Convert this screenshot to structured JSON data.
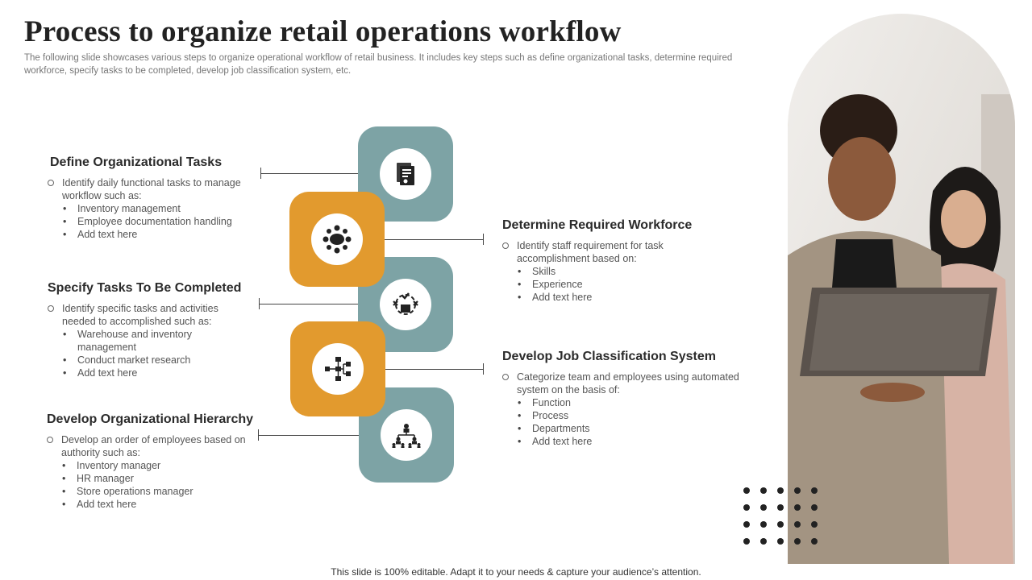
{
  "slide": {
    "title": "Process to organize retail operations workflow",
    "subtitle": "The following slide showcases various steps to organize operational workflow of retail business. It includes key steps such as define organizational tasks, determine required workforce, specify tasks to be completed, develop job classification system, etc.",
    "footer": "This slide is 100% editable. Adapt it to your needs & capture your audience’s attention."
  },
  "steps": [
    {
      "heading": "Define Organizational Tasks",
      "intro": "Identify daily functional tasks to manage workflow  such as:",
      "bullets": [
        "Inventory  management",
        "Employee documentation handling",
        "Add text here"
      ]
    },
    {
      "heading": "Determine Required Workforce",
      "intro": "Identify staff requirement for task accomplishment based on:",
      "bullets": [
        "Skills",
        "Experience",
        "Add text here"
      ]
    },
    {
      "heading": "Specify Tasks To Be Completed",
      "intro": "Identify specific tasks and activities needed to accomplished such as:",
      "bullets": [
        "Warehouse and inventory management",
        "Conduct market research",
        "Add text here"
      ]
    },
    {
      "heading": "Develop Job Classification System",
      "intro": "Categorize team and employees using automated system on the basis of:",
      "bullets": [
        "Function",
        "Process",
        "Departments",
        "Add text here"
      ]
    },
    {
      "heading": "Develop Organizational Hierarchy",
      "intro": "Develop  an order of employees based on authority such as:",
      "bullets": [
        "Inventory  manager",
        "HR manager",
        "Store operations  manager",
        "Add text here"
      ]
    }
  ],
  "icons": [
    "documents-icon",
    "team-meeting-icon",
    "task-cycle-icon",
    "workflow-chart-icon",
    "hierarchy-icon"
  ],
  "colors": {
    "teal": "#7da3a5",
    "orange": "#e29a2e",
    "photo_arc": "#e29a2e",
    "text_dark": "#222222"
  }
}
